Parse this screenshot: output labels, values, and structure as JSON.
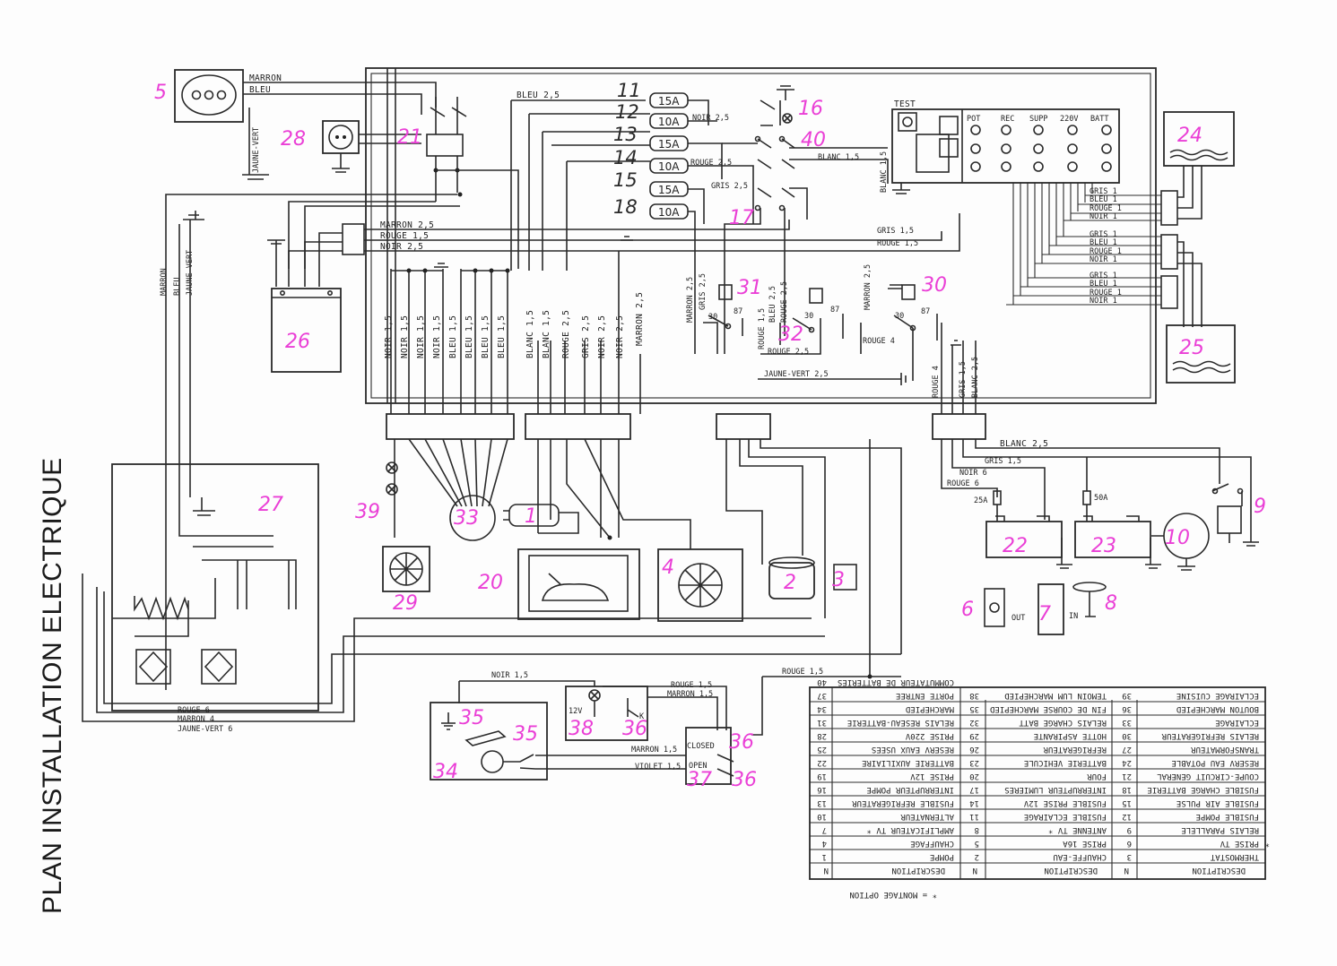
{
  "title": "PLAN INSTALLATION ELECTRIQUE",
  "montage_note": "* = MONTAGE OPTION",
  "top_panel": {
    "test_label": "TEST",
    "indicators": [
      "POT",
      "REC",
      "SUPP",
      "220V",
      "BATT"
    ]
  },
  "fuses": [
    {
      "id": "11",
      "rating": "15A"
    },
    {
      "id": "12",
      "rating": "10A"
    },
    {
      "id": "13",
      "rating": "15A"
    },
    {
      "id": "14",
      "rating": "10A"
    },
    {
      "id": "15",
      "rating": "15A"
    },
    {
      "id": "18",
      "rating": "10A"
    }
  ],
  "wire_labels": {
    "marron_top": "MARRON",
    "bleu_top": "BLEU",
    "jaune_vert_top": "JAUNE-VERT",
    "bleu_25": "BLEU 2,5",
    "noir_25_fuse": "NOIR 2,5",
    "rouge_25_fuse": "ROUGE 2,5",
    "gris_25_fuse": "GRIS 2,5",
    "blanc_15": "BLANC 1,5",
    "blanc_15_v": "BLANC 1,5",
    "marron_25": "MARRON 2,5",
    "rouge_15": "ROUGE 1,5",
    "noir_25": "NOIR 2,5",
    "gris_15": "GRIS 1,5",
    "rouge_15_b": "ROUGE 1,5",
    "marron_left": "MARRON",
    "bleu_left": "BLEU",
    "jaune_vert_left": "JAUNE-VERT",
    "rouge_25_bottom": "ROUGE 2,5",
    "rouge_4": "ROUGE 4",
    "jaune_vert_25": "JAUNE-VERT 2,5",
    "blanc_25": "BLANC 2,5",
    "gris_15_b": "GRIS 1,5",
    "noir_6": "NOIR 6",
    "rouge_6": "ROUGE 6",
    "rouge_15_c": "ROUGE 1,5",
    "rouge_6_b": "ROUGE 6",
    "marron_4": "MARRON 4",
    "jaune_vert_6": "JAUNE-VERT 6",
    "noir_15_b": "NOIR 1,5",
    "rouge_15_d": "ROUGE 1,5",
    "marron_15": "MARRON 1,5",
    "marron_15_b": "MARRON 1,5",
    "violet_15": "VIOLET 1,5",
    "closed": "CLOSED",
    "open": "OPEN",
    "v12": "12V",
    "k": "K",
    "out": "OUT",
    "in": "IN",
    "fuse_25a": "25A",
    "fuse_50a": "50A",
    "relay_30": "30",
    "relay_87": "87"
  },
  "vertical_bundle": [
    "NOIR 1,5",
    "NOIR 1,5",
    "NOIR 1,5",
    "NOIR 1,5",
    "BLEU 1,5",
    "BLEU 1,5",
    "BLEU 1,5",
    "BLEU 1,5",
    "BLANC 1,5",
    "BLANC 1,5",
    "ROUGE 2,5",
    "GRIS 2,5",
    "NOIR 2,5",
    "NOIR 2,5",
    "MARRON 2,5"
  ],
  "relay_wires": [
    "MARRON 2,5",
    "GRIS 2,5",
    "ROUGE 1,5",
    "BLEU 2,5",
    "ROUGE 2,5",
    "MARRON 2,5"
  ],
  "battery_wires": [
    "ROUGE 4",
    "GRIS 1,5",
    "BLANC 2,5"
  ],
  "connector_groups": [
    [
      "GRIS 1",
      "BLEU 1",
      "ROUGE 1",
      "NOIR 1"
    ],
    [
      "GRIS 1",
      "BLEU 1",
      "ROUGE 1",
      "NOIR 1"
    ],
    [
      "GRIS 1",
      "BLEU 1",
      "ROUGE 1",
      "NOIR 1"
    ]
  ],
  "callouts": [
    "5",
    "28",
    "21",
    "16",
    "40",
    "17",
    "24",
    "25",
    "26",
    "31",
    "32",
    "30",
    "27",
    "39",
    "33",
    "1",
    "29",
    "20",
    "4",
    "2",
    "3",
    "22",
    "23",
    "10",
    "9",
    "6",
    "7",
    "8",
    "35",
    "34",
    "38",
    "36",
    "37"
  ],
  "legend": {
    "headers": [
      "N",
      "DESCRIPTION",
      "N",
      "DESCRIPTION",
      "N",
      "DESCRIPTION"
    ],
    "rows": [
      [
        "1",
        "POMPE",
        "2",
        "CHAUFFE-EAU",
        "3",
        "THERMOSTAT"
      ],
      [
        "4",
        "CHAUFFAGE",
        "5",
        "PRISE 16A",
        "6",
        "PRISE TV",
        "*"
      ],
      [
        "7",
        "AMPLIFICATEUR TV *",
        "8",
        "ANTENNE TV *",
        "9",
        "RELAIS PARALLELE"
      ],
      [
        "10",
        "ALTERNATEUR",
        "11",
        "FUSIBLE ECLAIRAGE",
        "12",
        "FUSIBLE POMPE"
      ],
      [
        "13",
        "FUSIBLE REFRIGERATEUR",
        "14",
        "FUSIBLE PRISE 12V",
        "15",
        "FUSIBLE AIR PULSE"
      ],
      [
        "16",
        "INTERRUPTEUR POMPE",
        "17",
        "INTERRUPTEUR LUMIERES",
        "18",
        "FUSIBLE CHARGE BATTERIE"
      ],
      [
        "19",
        "PRISE 12V",
        "20",
        "FOUR",
        "21",
        "COUPE-CIRCUIT GENERAL"
      ],
      [
        "22",
        "BATTERIE AUXILIAIRE",
        "23",
        "BATTERIE VEHICULE",
        "24",
        "RESERV EAU POTABLE"
      ],
      [
        "25",
        "RESERV EAUX USEES",
        "26",
        "REFRIGERATEUR",
        "27",
        "TRANSFORMATEUR"
      ],
      [
        "28",
        "PRISE 220V",
        "29",
        "HOTTE ASPIRANTE",
        "30",
        "RELAIS REFRIGERATEUR"
      ],
      [
        "31",
        "RELAIS RESEAU-BATTERIE",
        "32",
        "RELAIS CHARGE BATT",
        "33",
        "ECLAIRAGE"
      ],
      [
        "34",
        "MARCHEPIED",
        "35",
        "FIN DE COURSE MARCHEPIED",
        "36",
        "BOUTON MARCHEPIED"
      ],
      [
        "37",
        "PORTE ENTREE",
        "38",
        "TEMOIN LUM MARCHEPIED",
        "39",
        "ECLAIRAGE CUISINE"
      ],
      [
        "40",
        "COMMUTATEUR DE BATTERIES",
        "",
        "",
        "",
        ""
      ]
    ]
  }
}
